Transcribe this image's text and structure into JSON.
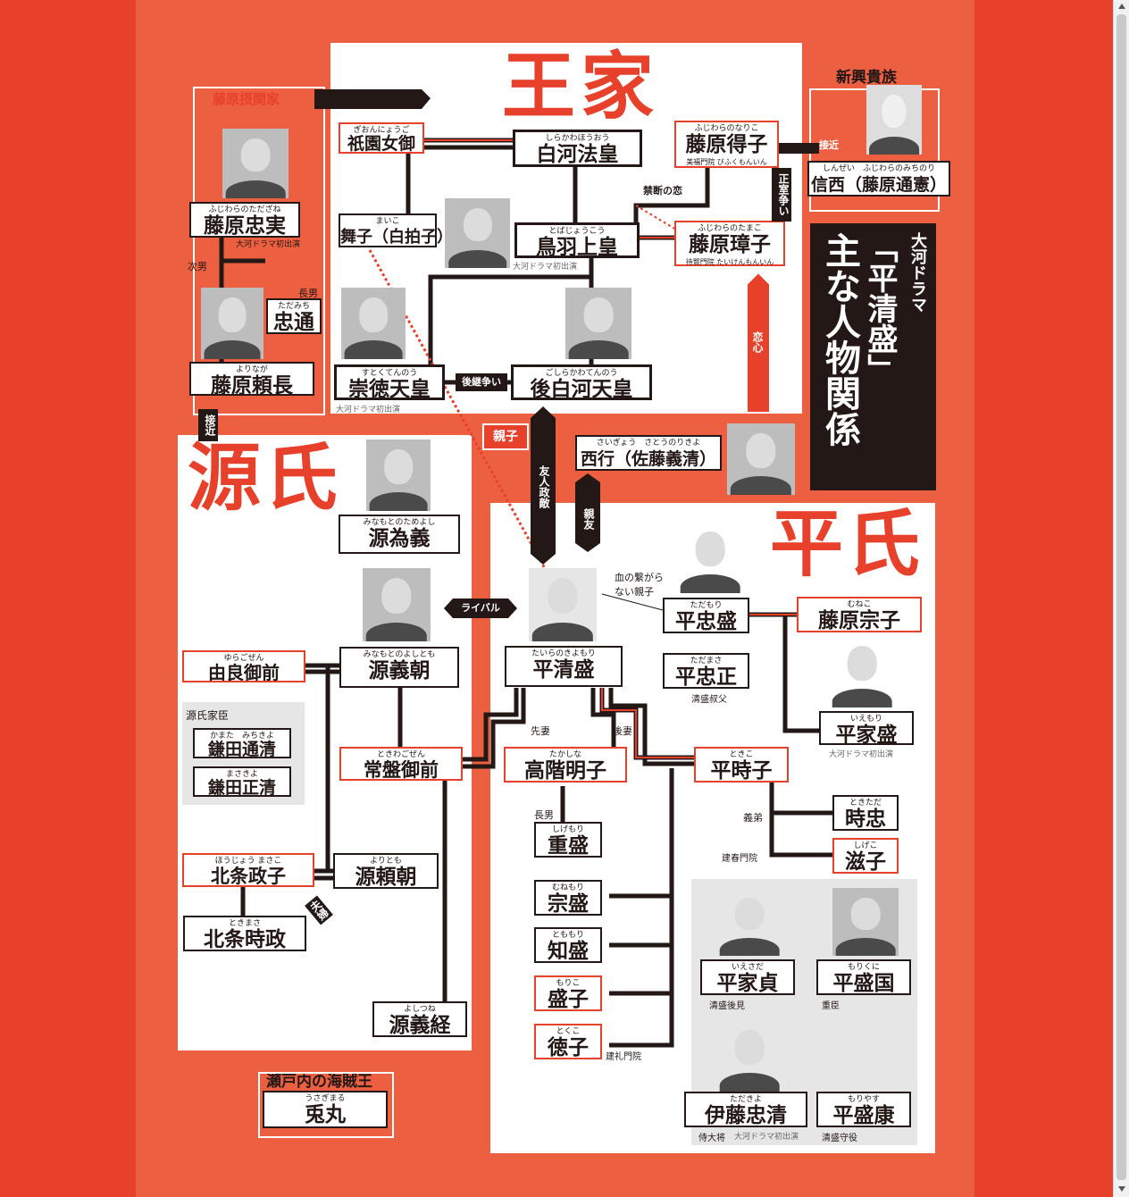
{
  "headings": {
    "ouke": "王家",
    "genji": "源氏",
    "heishi": "平氏"
  },
  "title": {
    "subtitle": "大河ドラマ",
    "series": "「平清盛」",
    "main": "主な人物関係"
  },
  "sections": {
    "fujiwara_sekkanke": "藤原摂関家",
    "shinko_kizoku": "新興貴族",
    "genji_kashin": "源氏家臣",
    "setouchi": "瀬戸内の海賊王"
  },
  "people": {
    "gion": {
      "ruby": "ぎおんにょうご",
      "name": "祇園女御"
    },
    "shirakawa": {
      "ruby": "しらかわほうおう",
      "name": "白河法皇"
    },
    "tokushi": {
      "ruby": "ふじわらのなりこ",
      "name": "藤原得子",
      "note": "美福門院 びふくもんいん"
    },
    "shinzei": {
      "ruby": "しんぜい　ふじわらのみちのり",
      "name": "信西（藤原通憲）"
    },
    "tadazane": {
      "ruby": "ふじわらのただざね",
      "name": "藤原忠実",
      "note": "大河ドラマ初出演"
    },
    "maiko": {
      "ruby": "まいこ",
      "name": "舞子（白拍子）"
    },
    "toba": {
      "ruby": "とばじょうこう",
      "name": "鳥羽上皇",
      "note": "大河ドラマ初出演"
    },
    "shoshi": {
      "ruby": "ふじわらのたまこ",
      "name": "藤原璋子",
      "note": "待賢門院 たいけんもんいん"
    },
    "tadamichi": {
      "ruby": "ただみち",
      "name": "忠通"
    },
    "sutoku": {
      "ruby": "すとくてんのう",
      "name": "崇徳天皇",
      "note": "大河ドラマ初出演"
    },
    "goshirakawa": {
      "ruby": "ごしらかわてんのう",
      "name": "後白河天皇"
    },
    "yorinaga": {
      "ruby": "よりなが",
      "name": "藤原頼長"
    },
    "saigyo": {
      "ruby": "さいぎょう　さとうのりきよ",
      "name": "西行（佐藤義清）"
    },
    "tameyoshi": {
      "ruby": "みなもとのためよし",
      "name": "源為義"
    },
    "yoshitomo": {
      "ruby": "みなもとのよしとも",
      "name": "源義朝"
    },
    "yura": {
      "ruby": "ゆらごぜん",
      "name": "由良御前"
    },
    "masakiyo_k": {
      "ruby": "かまた　みちきよ",
      "name": "鎌田通清"
    },
    "masakiyo": {
      "ruby": "まさきよ",
      "name": "鎌田正清"
    },
    "tokiwa": {
      "ruby": "ときわごぜん",
      "name": "常盤御前"
    },
    "masako": {
      "ruby": "ほうじょう まさこ",
      "name": "北条政子"
    },
    "yoritomo": {
      "ruby": "よりとも",
      "name": "源頼朝"
    },
    "tokimasa": {
      "ruby": "ときまさ",
      "name": "北条時政"
    },
    "yoshitsune": {
      "ruby": "よしつね",
      "name": "源義経"
    },
    "kiyomori": {
      "ruby": "たいらのきよもり",
      "name": "平清盛"
    },
    "tadamori": {
      "ruby": "ただもり",
      "name": "平忠盛"
    },
    "muneko": {
      "ruby": "むねこ",
      "name": "藤原宗子"
    },
    "tadamasa": {
      "ruby": "ただまさ",
      "name": "平忠正",
      "note": "清盛叔父"
    },
    "iemori": {
      "ruby": "いえもり",
      "name": "平家盛",
      "note": "大河ドラマ初出演"
    },
    "akiko": {
      "ruby": "たかしな",
      "name": "高階明子"
    },
    "tokiko": {
      "ruby": "ときこ",
      "name": "平時子"
    },
    "tokitada": {
      "ruby": "ときただ",
      "name": "時忠"
    },
    "shigeko": {
      "ruby": "しげこ",
      "name": "滋子",
      "note": "建春門院"
    },
    "shigemori": {
      "ruby": "しげもり",
      "name": "重盛"
    },
    "munemori": {
      "ruby": "むねもり",
      "name": "宗盛"
    },
    "tomomori": {
      "ruby": "とももり",
      "name": "知盛"
    },
    "moriko": {
      "ruby": "もりこ",
      "name": "盛子"
    },
    "tokuko": {
      "ruby": "とくこ",
      "name": "徳子",
      "note": "建礼門院"
    },
    "iesada": {
      "ruby": "いえさだ",
      "name": "平家貞",
      "note": "清盛後見"
    },
    "morikuni": {
      "ruby": "もりくに",
      "name": "平盛国",
      "note": "重臣"
    },
    "tadakiyo": {
      "ruby": "ただきよ",
      "name": "伊藤忠清",
      "note": "侍大将",
      "note2": "大河ドラマ初出演"
    },
    "moriyasu": {
      "ruby": "もりやす",
      "name": "平盛康",
      "note": "清盛守役"
    },
    "usagimaru": {
      "ruby": "うさぎまる",
      "name": "兎丸"
    }
  },
  "relations": {
    "kinkan": "禁断の恋",
    "seishitsu": "正室争い",
    "sekkin1": "接近",
    "sekkin2": "接近",
    "jinan": "次男",
    "chonan": "長男",
    "koukei": "後継争い",
    "oyako": "親子",
    "yujin": "友人政敵",
    "shinyu": "親友",
    "renshin": "恋心",
    "rival": "ライバル",
    "chino": "血の繋がらない親子",
    "sensai": "先妻",
    "kosai": "後妻",
    "chonan2": "長男",
    "gitei": "義弟",
    "fusai": "夫婦"
  },
  "colors": {
    "background": "#e8412b",
    "canvas": "#ec5f40",
    "ink": "#231815",
    "accent": "#e8412b"
  }
}
